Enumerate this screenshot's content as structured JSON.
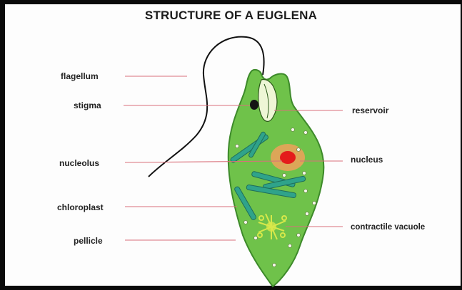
{
  "diagram": {
    "title": "STRUCTURE OF A EUGLENA",
    "labels": {
      "flagellum": "flagellum",
      "stigma": "stigma",
      "nucleolus": "nucleolus",
      "chloroplast": "chloroplast",
      "pellicle": "pellicle",
      "reservoir": "reservoir",
      "nucleus": "nucleus",
      "contractile_vacuole": "contractile vacuole"
    },
    "colors": {
      "body_fill": "#6fc24a",
      "body_outline": "#3d8a2a",
      "chloroplast": "#2fa38a",
      "nucleus_halo": "#f0a15a",
      "nucleus_core": "#e41b1b",
      "stigma": "#141414",
      "leader_line": "#d9707a",
      "vacuole": "#d8e84a"
    }
  }
}
